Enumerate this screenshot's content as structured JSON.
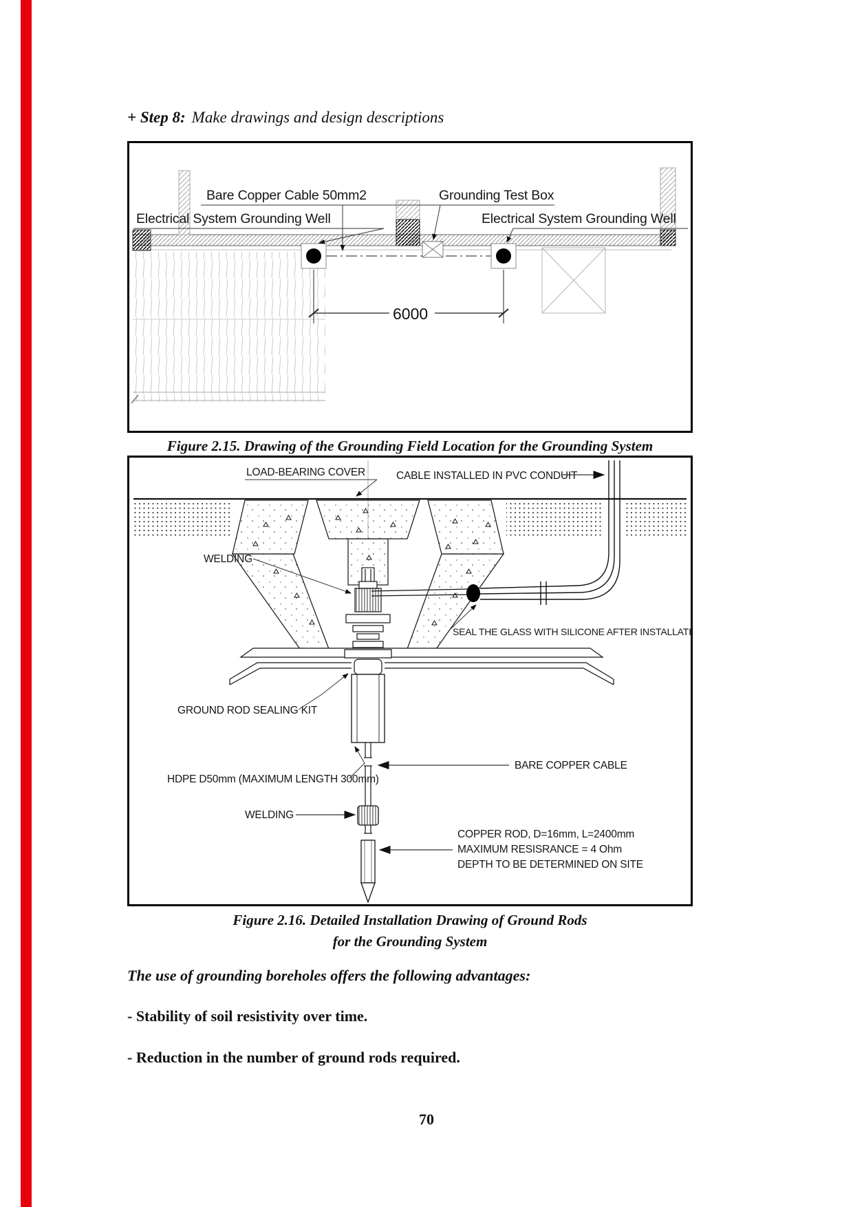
{
  "page": {
    "number": "70",
    "accent_red": "#e8000c"
  },
  "heading": {
    "step": "+ Step 8:",
    "text": "Make drawings and design descriptions"
  },
  "figure_2_15": {
    "caption": "Figure 2.15. Drawing of the Grounding Field Location for the Grounding System",
    "labels": {
      "bare_copper_cable": "Bare Copper Cable 50mm2",
      "grounding_test_box": "Grounding Test Box",
      "grounding_well_left": "Electrical System Grounding Well",
      "grounding_well_right": "Electrical System Grounding Well",
      "dimension": "6000"
    }
  },
  "figure_2_16": {
    "caption_line1": "Figure 2.16. Detailed Installation Drawing of Ground Rods",
    "caption_line2": "for the Grounding System",
    "labels": {
      "load_bearing_cover": "LOAD-BEARING COVER",
      "cable_pvc_conduit": "CABLE INSTALLED IN PVC CONDUIT",
      "welding_upper": "WELDING",
      "seal_silicone": "SEAL THE GLASS WITH SILICONE AFTER INSTALLATION",
      "ground_rod_sealing_kit": "GROUND ROD SEALING KIT",
      "hdpe": "HDPE D50mm (MAXIMUM LENGTH 300mm)",
      "bare_copper_cable": "BARE COPPER CABLE",
      "welding_lower": "WELDING",
      "copper_rod_spec_1": "COPPER ROD, D=16mm, L=2400mm",
      "copper_rod_spec_2": "MAXIMUM RESISRANCE = 4 Ohm",
      "copper_rod_spec_3": "DEPTH TO BE DETERMINED ON SITE"
    }
  },
  "body": {
    "intro": "The use of grounding boreholes offers the following advantages:",
    "bullet_1": "- Stability of soil resistivity over time.",
    "bullet_2": "- Reduction in the number of ground rods required."
  }
}
